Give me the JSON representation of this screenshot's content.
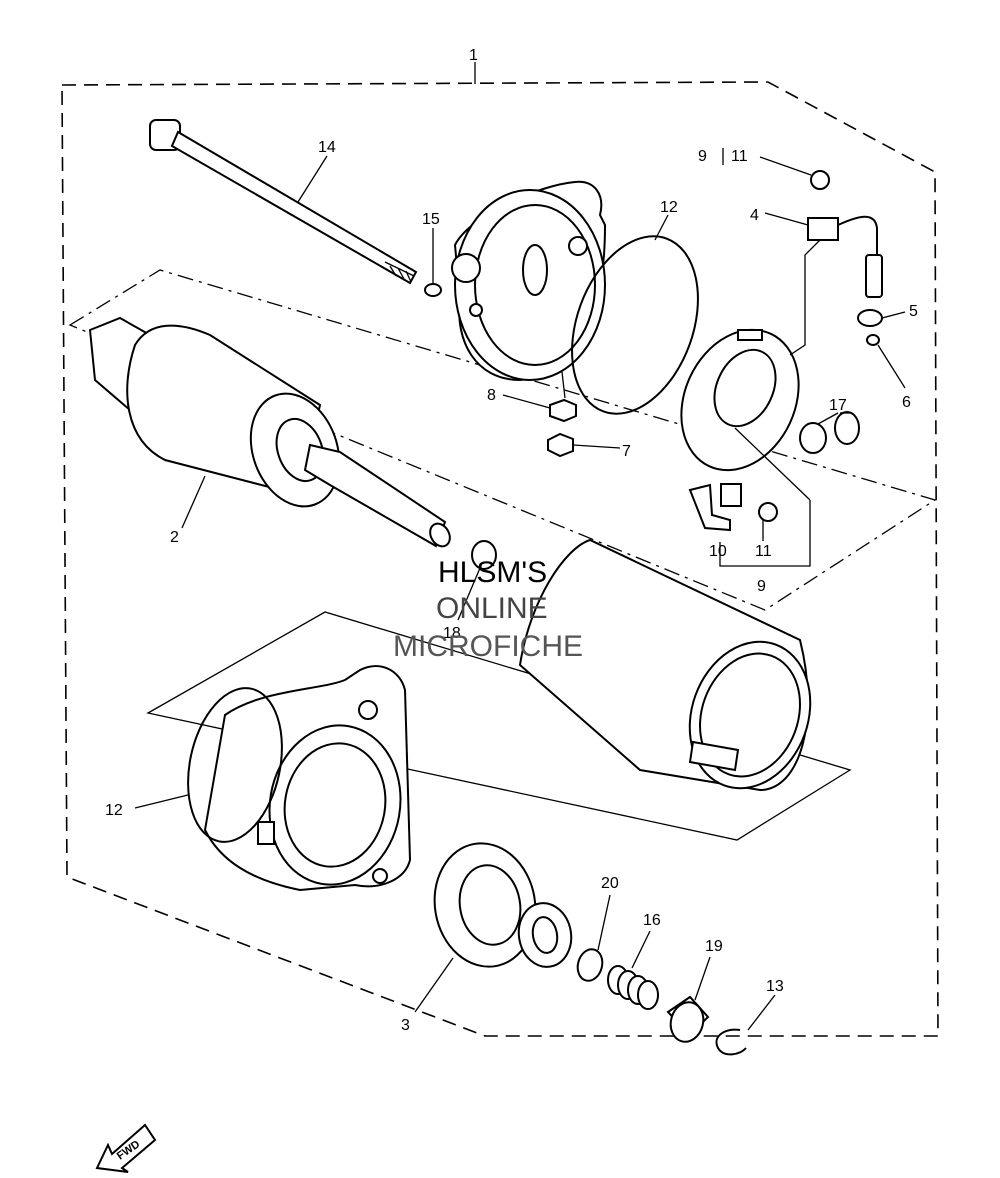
{
  "callouts": {
    "c1": "1",
    "c2": "2",
    "c3": "3",
    "c4": "4",
    "c5": "5",
    "c6": "6",
    "c7": "7",
    "c8": "8",
    "c9a": "9",
    "c9b": "9",
    "c10": "10",
    "c11a": "11",
    "c11b": "11",
    "c12a": "12",
    "c12b": "12",
    "c13": "13",
    "c14": "14",
    "c15": "15",
    "c16": "16",
    "c17": "17",
    "c18": "18",
    "c19": "19",
    "c20": "20"
  },
  "watermark": {
    "line1": "HLSM'S",
    "line2": "ONLINE",
    "line3": "MICROFICHE"
  },
  "fwd_label": "FWD"
}
